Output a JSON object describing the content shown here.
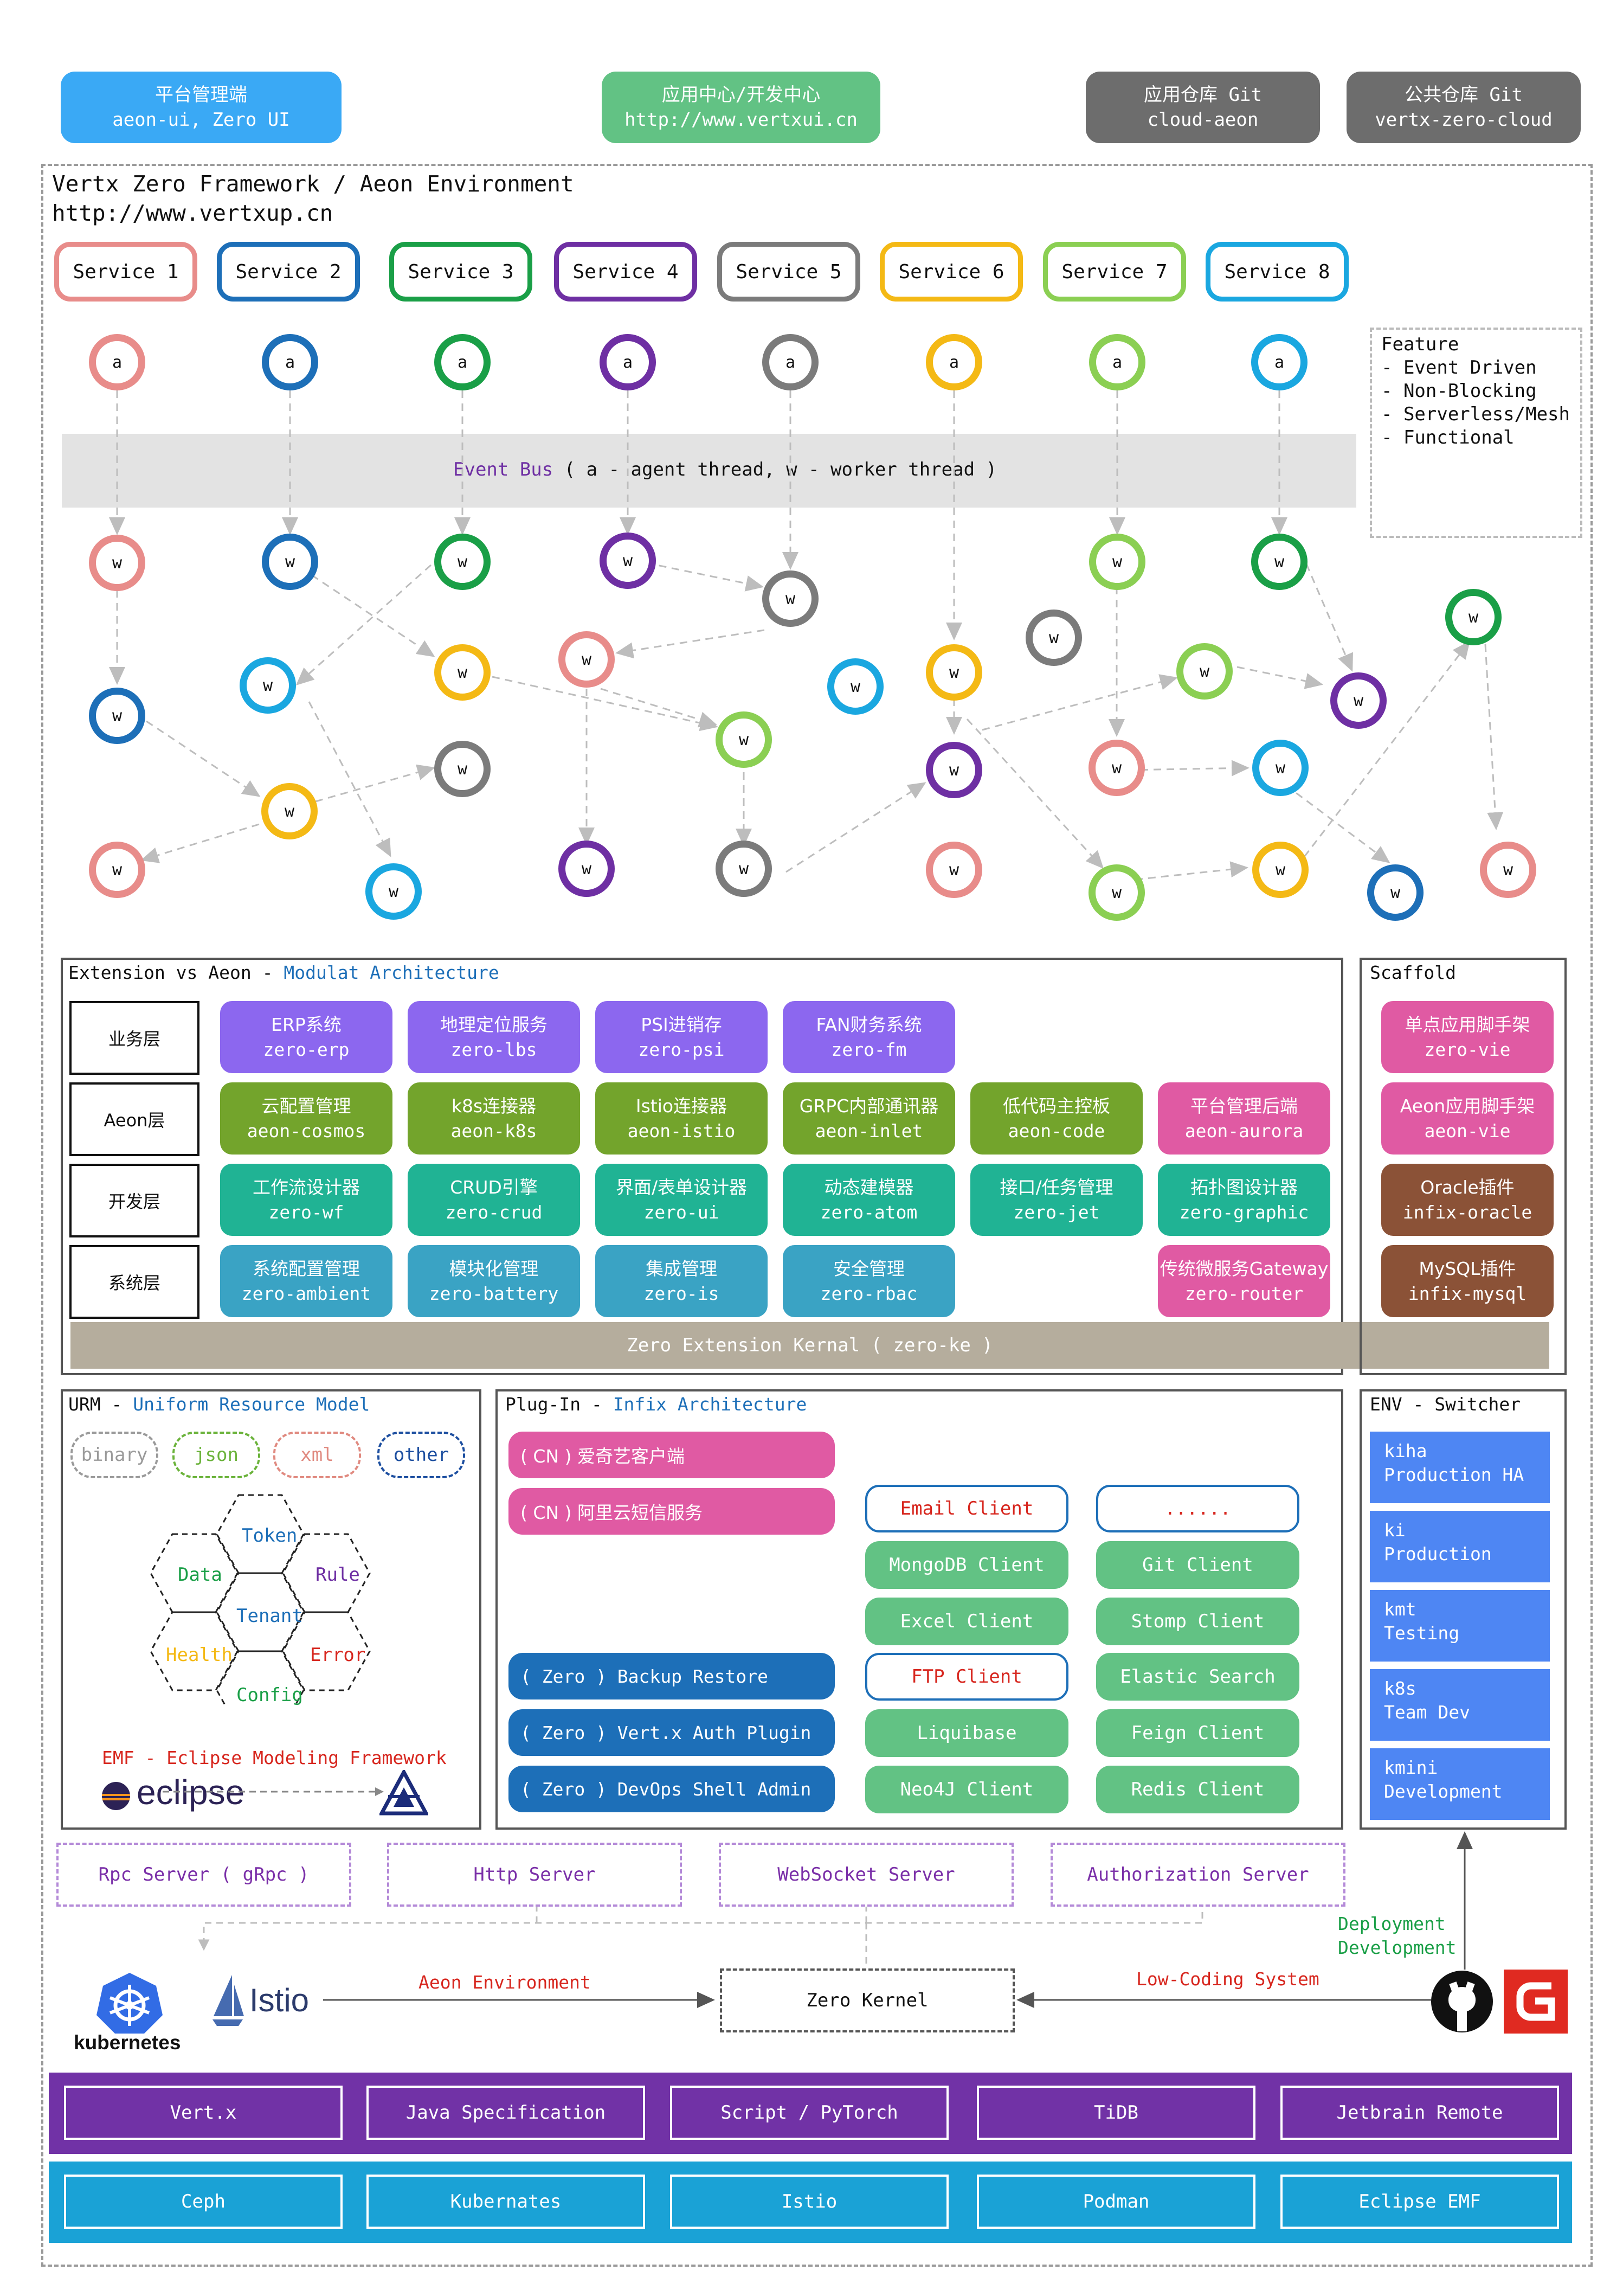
{
  "top_boxes": [
    {
      "line1": "平台管理端",
      "line2": "aeon-ui, Zero UI",
      "color": "#3aa9f5"
    },
    {
      "line1": "应用中心/开发中心",
      "line2": "http://www.vertxui.cn",
      "color": "#62c284"
    },
    {
      "line1": "应用仓库 Git",
      "line2": "cloud-aeon",
      "color": "#6d6d6d"
    },
    {
      "line1": "公共仓库 Git",
      "line2": "vertx-zero-cloud",
      "color": "#6d6d6d"
    }
  ],
  "framework": {
    "title": "Vertx Zero Framework / Aeon Environment",
    "url": "http://www.vertxup.cn"
  },
  "services": [
    "Service 1",
    "Service 2",
    "Service 3",
    "Service 4",
    "Service 5",
    "Service 6",
    "Service 7",
    "Service 8"
  ],
  "service_colors": [
    "#e88c8a",
    "#1d6fb8",
    "#1a9f47",
    "#6e2fa3",
    "#7b7b7b",
    "#f4b915",
    "#8bcf53",
    "#1aa7e0"
  ],
  "agent_label": "a",
  "worker_label": "w",
  "event_bus": {
    "prefix": "Event Bus",
    "text": " ( a - agent thread, w - worker thread )"
  },
  "feature": {
    "title": "Feature",
    "items": [
      "- Event Driven",
      "- Non-Blocking",
      "- Serverless/Mesh",
      "- Functional"
    ]
  },
  "extension": {
    "title_black": "Extension vs Aeon - ",
    "title_blue": "Modulat Architecture"
  },
  "layers": [
    "业务层",
    "Aeon层",
    "开发层",
    "系统层"
  ],
  "modules": [
    [
      {
        "cn": "ERP系统",
        "en": "zero-erp"
      },
      {
        "cn": "地理定位服务",
        "en": "zero-lbs"
      },
      {
        "cn": "PSI进销存",
        "en": "zero-psi"
      },
      {
        "cn": "FAN财务系统",
        "en": "zero-fm"
      }
    ],
    [
      {
        "cn": "云配置管理",
        "en": "aeon-cosmos"
      },
      {
        "cn": "k8s连接器",
        "en": "aeon-k8s"
      },
      {
        "cn": "Istio连接器",
        "en": "aeon-istio"
      },
      {
        "cn": "GRPC内部通讯器",
        "en": "aeon-inlet"
      },
      {
        "cn": "低代码主控板",
        "en": "aeon-code"
      },
      {
        "cn": "平台管理后端",
        "en": "aeon-aurora"
      }
    ],
    [
      {
        "cn": "工作流设计器",
        "en": "zero-wf"
      },
      {
        "cn": "CRUD引擎",
        "en": "zero-crud"
      },
      {
        "cn": "界面/表单设计器",
        "en": "zero-ui"
      },
      {
        "cn": "动态建模器",
        "en": "zero-atom"
      },
      {
        "cn": "接口/任务管理",
        "en": "zero-jet"
      },
      {
        "cn": "拓扑图设计器",
        "en": "zero-graphic"
      }
    ],
    [
      {
        "cn": "系统配置管理",
        "en": "zero-ambient"
      },
      {
        "cn": "模块化管理",
        "en": "zero-battery"
      },
      {
        "cn": "集成管理",
        "en": "zero-is"
      },
      {
        "cn": "安全管理",
        "en": "zero-rbac"
      },
      {
        "cn": "传统微服务Gateway",
        "en": "zero-router"
      }
    ]
  ],
  "layer_colors": [
    "#8c67ef",
    "#73a42c",
    "#20b394",
    "#3aa3c4",
    "#e05aa3"
  ],
  "kernal": "Zero Extension Kernal ( zero-ke )",
  "scaffold": {
    "title": "Scaffold",
    "items": [
      {
        "cn": "单点应用脚手架",
        "en": "zero-vie",
        "color": "#e05aa3"
      },
      {
        "cn": "Aeon应用脚手架",
        "en": "aeon-vie",
        "color": "#e05aa3"
      },
      {
        "cn": "Oracle插件",
        "en": "infix-oracle",
        "color": "#8b5237"
      },
      {
        "cn": "MySQL插件",
        "en": "infix-mysql",
        "color": "#8b5237"
      }
    ]
  },
  "urm": {
    "title_black": "URM - ",
    "title_blue": "Uniform Resource Model",
    "tags": [
      {
        "text": "binary",
        "color": "#9a9a9a"
      },
      {
        "text": "json",
        "color": "#6bb33b"
      },
      {
        "text": "xml",
        "color": "#e08a80"
      },
      {
        "text": "other",
        "color": "#1d4fa0"
      }
    ],
    "hex": [
      {
        "text": "Token",
        "color": "#1d6fb8"
      },
      {
        "text": "Data",
        "color": "#1a9f47"
      },
      {
        "text": "Rule",
        "color": "#6e2fa3"
      },
      {
        "text": "Tenant",
        "color": "#1d6fb8"
      },
      {
        "text": "Health",
        "color": "#f4b915"
      },
      {
        "text": "Error",
        "color": "#d7261e"
      },
      {
        "text": "Config",
        "color": "#1a9f47"
      }
    ],
    "emf": "EMF - Eclipse Modeling Framework",
    "eclipse": "eclipse"
  },
  "plugin": {
    "title_black": "Plug-In - ",
    "title_blue": "Infix Architecture",
    "pink": [
      "( CN ) 爱奇艺客户端",
      "( CN ) 阿里云短信服务"
    ],
    "blue": [
      "( Zero ) Backup Restore",
      "( Zero ) Vert.x Auth Plugin",
      "( Zero ) DevOps Shell Admin"
    ],
    "email": "Email Client",
    "more": "......",
    "clients_left": [
      "MongoDB Client",
      "Excel Client",
      "FTP Client",
      "Liquibase",
      "Neo4J Client"
    ],
    "clients_right": [
      "Git Client",
      "Stomp Client",
      "Elastic Search",
      "Feign Client",
      "Redis Client"
    ]
  },
  "env": {
    "title": "ENV - Switcher",
    "items": [
      {
        "l1": "kiha",
        "l2": "Production HA"
      },
      {
        "l1": "ki",
        "l2": "Production"
      },
      {
        "l1": "kmt",
        "l2": "Testing"
      },
      {
        "l1": "k8s",
        "l2": "Team Dev"
      },
      {
        "l1": "kmini",
        "l2": "Development"
      }
    ]
  },
  "servers": [
    "Rpc Server ( gRpc )",
    "Http Server",
    "WebSocket Server",
    "Authorization Server"
  ],
  "bottom": {
    "aeon_env": "Aeon Environment",
    "zero_kernel": "Zero Kernel",
    "low_coding": "Low-Coding System",
    "deployment": "Deployment",
    "development": "Development",
    "kubernetes": "kubernetes",
    "istio": "Istio"
  },
  "purple_row": [
    "Vert.x",
    "Java Specification",
    "Script / PyTorch",
    "TiDB",
    "Jetbrain Remote"
  ],
  "blue_row": [
    "Ceph",
    "Kubernates",
    "Istio",
    "Podman",
    "Eclipse EMF"
  ],
  "row_colors": {
    "purple": "#7132a6",
    "blue": "#1aa2d6"
  }
}
